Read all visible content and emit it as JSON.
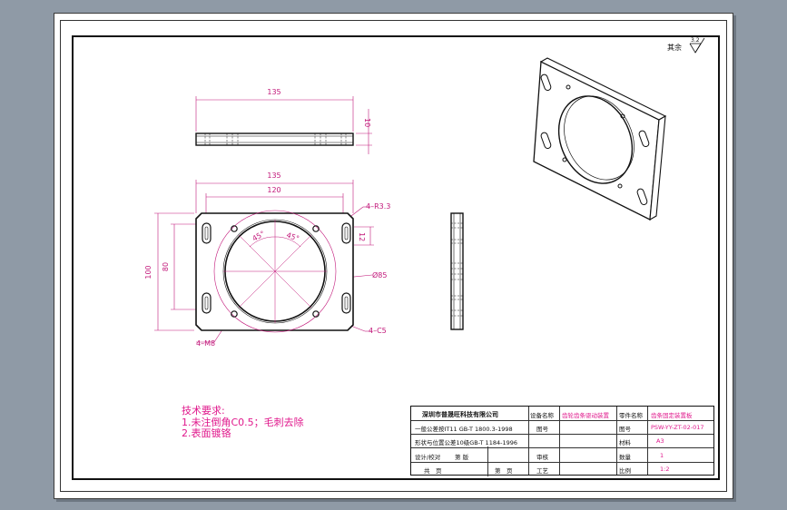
{
  "roughness_note": "其余",
  "roughness_value": "3.2",
  "dimensions": {
    "top_width": "135",
    "top_thickness": "10",
    "front_overall_width": "135",
    "front_hole_spacing_x": "120",
    "front_overall_height": "100",
    "front_hole_spacing_y": "80",
    "slot_length": "12",
    "slot_callout": "4–R3.3",
    "bore_diameter": "Ø85",
    "chamfer_callout": "4–C5",
    "thread_callout": "4–M8",
    "angle_a": "45°",
    "angle_b": "45°"
  },
  "tech_requirements": {
    "title": "技术要求:",
    "line1": "1.未注倒角C0.5；毛刺去除",
    "line2": "2.表面镀铬"
  },
  "title_block": {
    "company": "深圳市普晟旺科技有限公司",
    "project_label": "设备名称",
    "project_value": "齿轮齿条驱动装置",
    "part_label": "零件名称",
    "part_value": "齿条固定装置板",
    "tolerance_line1": "一般公差按IT11 GB-T 1800.3-1998",
    "tolerance_line2": "形状与位置公差10级GB-T 1184-1996",
    "design_label": "图号",
    "drawing_no": "PSW-YY-ZT-02-017",
    "material_label": "材料",
    "material_value": "A3",
    "checker_label": "设计/校对",
    "edition_label": "第 版",
    "approve_label": "审核",
    "quantity_label": "数量",
    "quantity_value": "1",
    "total_label": "共　页",
    "page_label": "第　页",
    "process_label": "工艺",
    "scale_label": "比例",
    "scale_value": "1:2"
  }
}
